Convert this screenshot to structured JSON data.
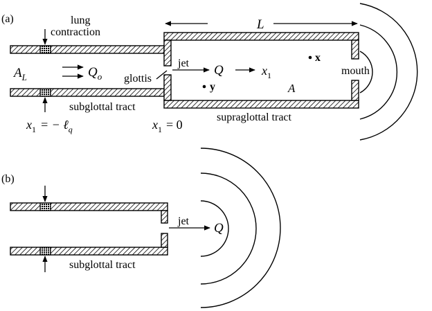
{
  "panel_a": {
    "tag": "(a)",
    "lung_contraction_line1": "lung",
    "lung_contraction_line2": "contraction",
    "length_label": "L",
    "area_sub_main": "A",
    "area_sub_subscript": "L",
    "flow_sub_main": "Q",
    "flow_sub_subscript": "o",
    "jet": "jet",
    "glottis": "glottis",
    "flow_jet": "Q",
    "axis_main": "x",
    "axis_subscript": "1",
    "point_x": "x",
    "point_y": "y",
    "area_supra": "A",
    "mouth": "mouth",
    "subglottal": "subglottal tract",
    "supraglottal": "supraglottal tract",
    "pos_left_main": "x",
    "pos_left_subscript": "1",
    "pos_left_eq": "= − ℓ",
    "pos_left_q": "q",
    "pos_zero_main": "x",
    "pos_zero_subscript": "1",
    "pos_zero_eq": "= 0"
  },
  "panel_b": {
    "tag": "(b)",
    "jet": "jet",
    "flow": "Q",
    "subglottal": "subglottal tract"
  }
}
